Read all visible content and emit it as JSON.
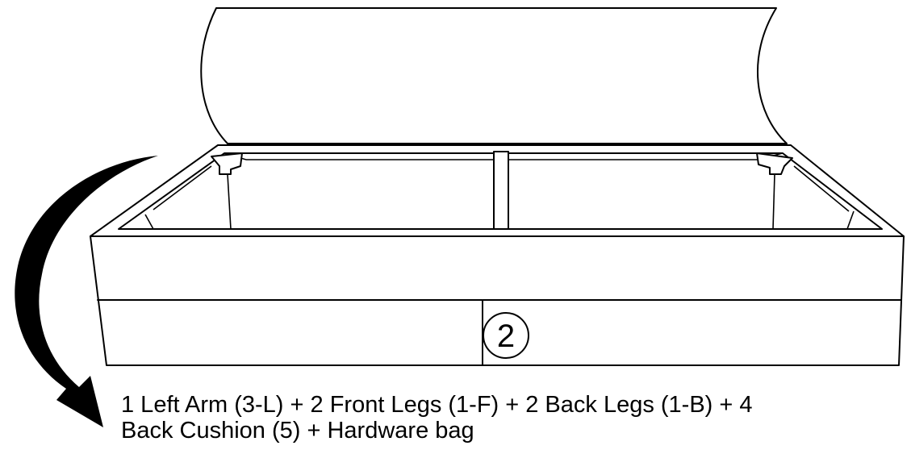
{
  "step": {
    "number": "2"
  },
  "caption": {
    "line1": "1 Left Arm (3-L) + 2 Front Legs (1-F) + 2 Back Legs (1-B) + 4",
    "line2": "Back Cushion (5) + Hardware bag"
  }
}
